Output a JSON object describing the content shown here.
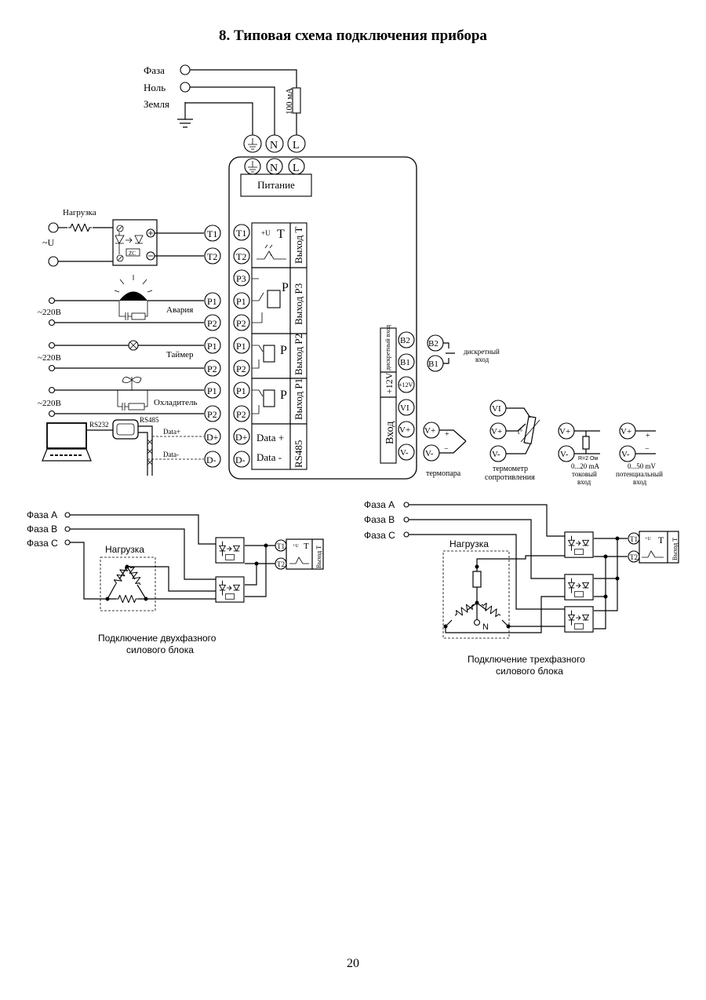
{
  "title": "8. Типовая схема подключения прибора",
  "page_number": "20",
  "power": {
    "line_labels": [
      "Фаза",
      "Ноль",
      "Земля"
    ],
    "fuse_label": "100 мА",
    "terminals": [
      "N",
      "L"
    ],
    "block_label": "Питание"
  },
  "left_side": {
    "load_label": "Нагрузка",
    "ac_label": "~U",
    "ssr_zc": "ZC",
    "v220": "~220В",
    "alarm_label": "Авария",
    "timer_label": "Таймер",
    "cooler_label": "Охладитель",
    "rs232": "RS232",
    "rs485": "RS485",
    "data_plus_wire": "Data+",
    "data_minus_wire": "Data-"
  },
  "terminals": {
    "T1": "T1",
    "T2": "T2",
    "P1": "P1",
    "P2": "P2",
    "P3": "P3",
    "Dplus": "D+",
    "Dminus": "D-",
    "B1": "B1",
    "B2": "B2",
    "p12v": "+12V",
    "VI": "VI",
    "Vplus": "V+",
    "Vminus": "V-"
  },
  "device": {
    "plus_u": "+U",
    "out_t_letter": "T",
    "relay_letter": "P",
    "out_t": "Выход T",
    "out_p3": "Выход P3",
    "out_p2": "Выход P2",
    "out_p1": "Выход P1",
    "data_plus": "Data +",
    "data_minus": "Data -",
    "rs485": "RS485",
    "discrete_in_vertical": "дискретный вход",
    "p12v": "+12V",
    "input": "Вход"
  },
  "inputs": {
    "discrete_line1": "дискретный",
    "discrete_line2": "вход",
    "thermocouple": "термопара",
    "rtd_line1": "термометр",
    "rtd_line2": "сопротивления",
    "t_mark": "t°",
    "r_label": "R=2 Ом",
    "current_line1": "0...20 mA",
    "current_line2": "токовый",
    "current_line3": "вход",
    "voltage_line1": "0...50 mV",
    "voltage_line2": "потенциальный",
    "voltage_line3": "вход",
    "plus": "+",
    "minus": "−"
  },
  "two_phase": {
    "phases": [
      "Фаза A",
      "Фаза B",
      "Фаза C"
    ],
    "load": "Нагрузка",
    "caption_line1": "Подключение двухфазного",
    "caption_line2": "силового блока"
  },
  "three_phase": {
    "phases": [
      "Фаза A",
      "Фаза B",
      "Фаза C"
    ],
    "load": "Нагрузка",
    "neutral": "N",
    "caption_line1": "Подключение трехфазного",
    "caption_line2": "силового блока"
  }
}
